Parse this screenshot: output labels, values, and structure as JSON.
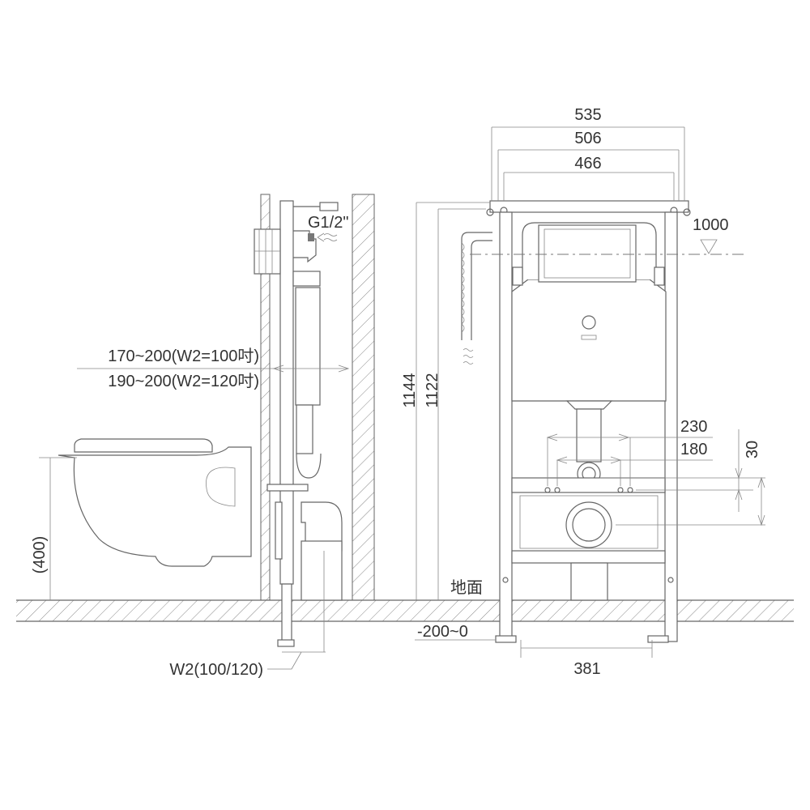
{
  "title": "Wall-hung toilet concealed cistern frame installation drawing",
  "dimensions": {
    "width_outer": "535",
    "width_mid": "506",
    "width_inner": "466",
    "reference_height": "1000",
    "height_total": "1144",
    "height_frame": "1122",
    "outlet_spacing_wide": "230",
    "outlet_spacing_narrow": "180",
    "vertical_offset": "30",
    "floor_label": "地面",
    "leg_adjust": "-200~0",
    "foot_spacing": "381",
    "wall_width": "W2(100/120)",
    "bowl_height": "(400)",
    "depth_w2_100": "170~200(W2=100吋)",
    "depth_w2_120": "190~200(W2=120吋)",
    "water_inlet": "G1/2\""
  },
  "colors": {
    "line": "#666666",
    "text": "#333333"
  }
}
